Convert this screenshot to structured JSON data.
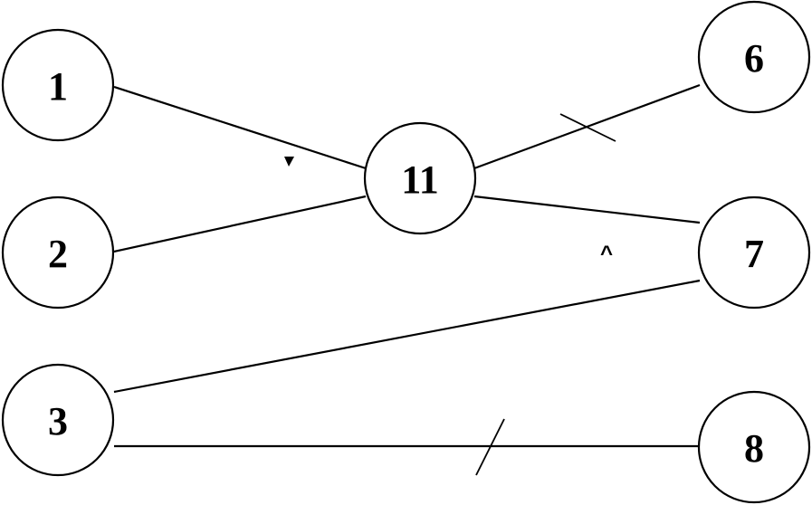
{
  "nodes": [
    {
      "id": "1",
      "label": "1"
    },
    {
      "id": "2",
      "label": "2"
    },
    {
      "id": "3",
      "label": "3"
    },
    {
      "id": "11",
      "label": "11"
    },
    {
      "id": "6",
      "label": "6"
    },
    {
      "id": "7",
      "label": "7"
    },
    {
      "id": "8",
      "label": "8"
    }
  ],
  "edges": [
    {
      "from": "1",
      "to": "11",
      "decoration": "small-arrow"
    },
    {
      "from": "2",
      "to": "11",
      "decoration": "none"
    },
    {
      "from": "11",
      "to": "6",
      "decoration": "slash"
    },
    {
      "from": "11",
      "to": "7",
      "decoration": "caret"
    },
    {
      "from": "3",
      "to": "7",
      "decoration": "none"
    },
    {
      "from": "3",
      "to": "8",
      "decoration": "slash"
    }
  ],
  "markers": {
    "caret": "^"
  }
}
